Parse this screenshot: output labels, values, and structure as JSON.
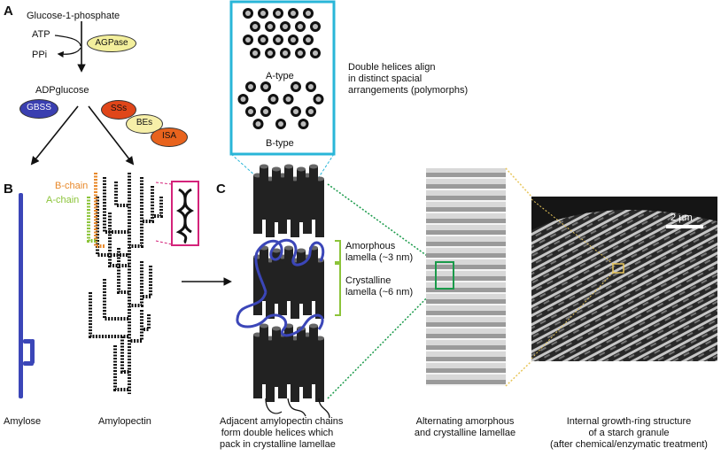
{
  "panel_letters": {
    "a": "A",
    "b": "B",
    "c": "C"
  },
  "pathway": {
    "substrate": "Glucose-1-phosphate",
    "atp": "ATP",
    "ppi": "PPi",
    "enzyme_agpase": "AGPase",
    "product": "ADPglucose",
    "enzyme_gbss": "GBSS",
    "enzyme_sss": "SSs",
    "enzyme_bes": "BEs",
    "enzyme_isa": "ISA"
  },
  "polymorphs": {
    "a_type": "A-type",
    "b_type": "B-type",
    "caption_line1": "Double helices align",
    "caption_line2": "in distinct spacial",
    "caption_line3": "arrangements (polymorphs)"
  },
  "chains": {
    "b_chain": "B-chain",
    "a_chain": "A-chain"
  },
  "lamellae": {
    "amorphous_line1": "Amorphous",
    "amorphous_line2": "lamella (~3 nm)",
    "crystalline_line1": "Crystalline",
    "crystalline_line2": "lamella (~6 nm)"
  },
  "scale_bar": "2 µm",
  "captions": {
    "amylose": "Amylose",
    "amylopectin": "Amylopectin",
    "double_helix_line1": "Adjacent amylopectin chains",
    "double_helix_line2": "form double helices which",
    "double_helix_line3": "pack in crystalline lamellae",
    "alternating_line1": "Alternating amorphous",
    "alternating_line2": "and crystalline lamellae",
    "growth_line1": "Internal growth-ring structure",
    "growth_line2": "of a starch granule",
    "growth_line3": "(after chemical/enzymatic treatment)"
  },
  "colors": {
    "agpase": "#f3ef9c",
    "gbss": "#3a3fb0",
    "sss": "#e0461a",
    "bes": "#f6efa8",
    "isa": "#e8631d",
    "cyan_box": "#29b6d8",
    "magenta": "#d4237a",
    "green": "#1a9a4a",
    "lime": "#8cc43a",
    "amylose": "#3b46b8",
    "orange_chain": "#e8892b"
  }
}
